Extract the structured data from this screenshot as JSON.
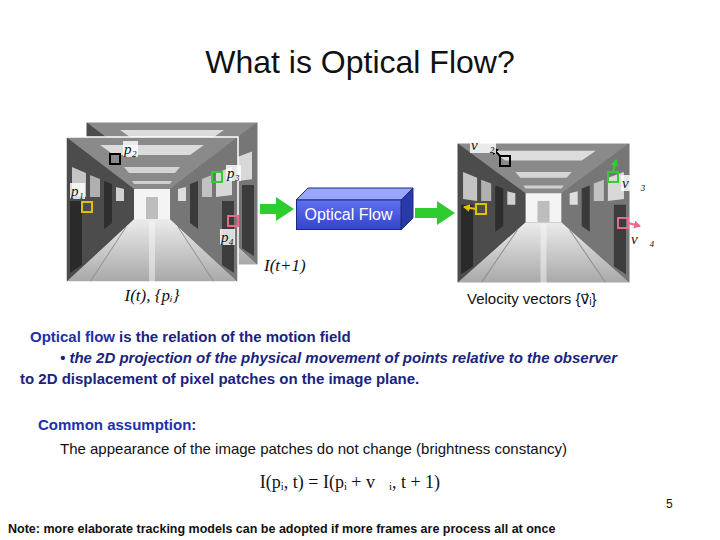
{
  "diagram": {
    "title": "What is Optical Flow?",
    "nodes": [
      {
        "text": [
          "I(t), {pᵢ}"
        ]
      },
      {
        "text": [
          "I(t+1)"
        ]
      },
      {
        "text": [
          "Optical Flow"
        ]
      },
      {
        "text": [
          "Velocity vectors {v⃗ᵢ}"
        ]
      }
    ],
    "edges": [
      {
        "from": 1,
        "to": 2,
        "arrow": "to"
      },
      {
        "from": 2,
        "to": 3,
        "arrow": "to"
      }
    ],
    "labels": [
      "p₂",
      "p₃",
      "p₁",
      "p₄",
      "v⃗₂",
      "v⃗₃",
      "v⃗₄",
      "Optical flow",
      "is the relation of the motion field",
      "• the 2D projection of the physical movement of points relative to the observer",
      "to 2D displacement of pixel patches on the image plane.",
      "Common assumption:",
      "The appearance of the image patches do not change (brightness constancy)",
      "I(pᵢ, t) = I(pᵢ + v⃗ᵢ, t + 1)",
      "5",
      "Note: more elaborate tracking models can be adopted if more frames are process all at once"
    ]
  }
}
